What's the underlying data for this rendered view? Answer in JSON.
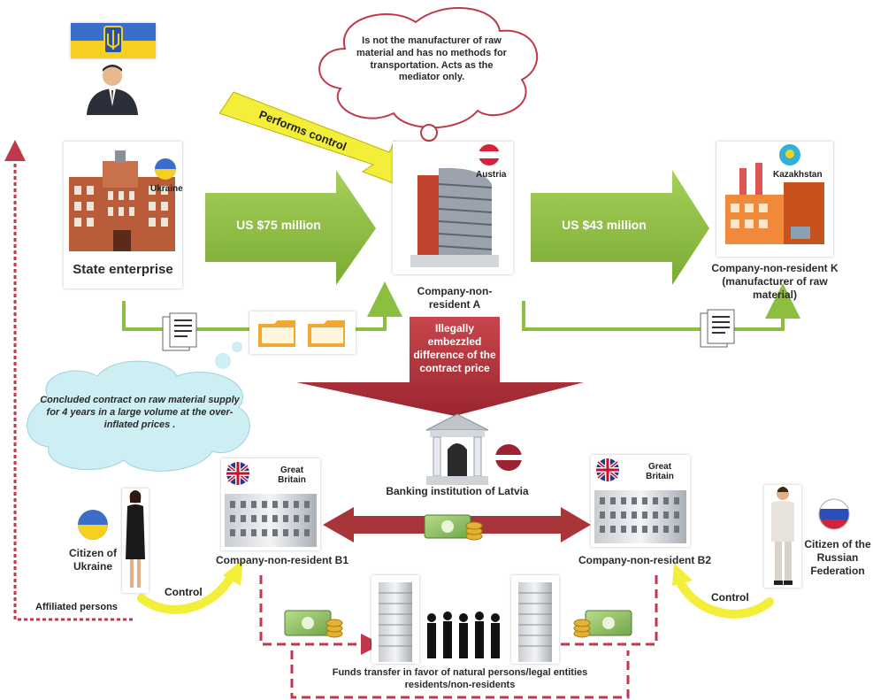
{
  "diagram": {
    "cloud_top": "Is not the manufacturer of raw material and has no methods for transportation. Acts as the mediator only.",
    "performs_control": "Performs control",
    "ukraine_tag": "Ukraine",
    "austria_tag": "Austria",
    "kazakhstan_tag": "Kazakhstan",
    "state_enterprise": "State enterprise",
    "amount_left": "US $75 million",
    "amount_right": "US $43 million",
    "company_a": "Company-non-resident A",
    "company_k": "Company-non-resident K (manufacturer of raw material)",
    "embezzled": "Illegally embezzled difference of the contract price",
    "cloud_left": "Concluded contract on raw material supply for 4 years in a large volume at the over-inflated prices .",
    "bank": "Banking institution of Latvia",
    "gb_left": "Great Britain",
    "gb_right": "Great Britain",
    "company_b1": "Company-non-resident B1",
    "company_b2": "Company-non-resident B2",
    "citizen_ukraine": "Citizen of Ukraine",
    "citizen_russia": "Citizen of the Russian Federation",
    "control_left": "Control",
    "control_right": "Control",
    "affiliated": "Affiliated persons",
    "funds_transfer": "Funds transfer in favor of natural persons/legal entities residents/non-residents"
  },
  "colors": {
    "green_arrow": "#8cbf3f",
    "red_arrow": "#b8323a",
    "yellow_arrow": "#f2ee3a",
    "dashed_red": "#c0394a",
    "cloud_fill": "#cdeef2"
  }
}
